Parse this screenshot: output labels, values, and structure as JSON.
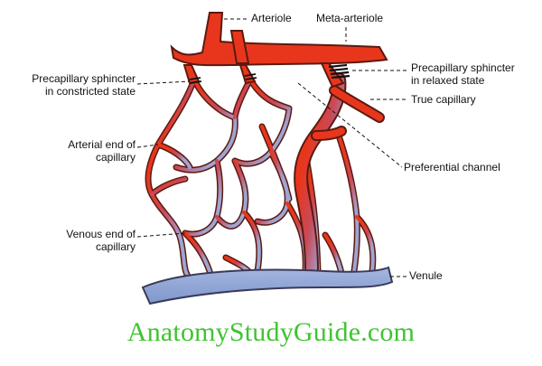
{
  "diagram": {
    "labels": {
      "arteriole": "Arteriole",
      "meta_arteriole": "Meta-arteriole",
      "sphincter_constricted": "Precapillary sphincter\nin constricted state",
      "sphincter_relaxed": "Precapillary sphincter\nin relaxed state",
      "true_capillary": "True capillary",
      "arterial_end": "Arterial end of\ncapillary",
      "preferential_channel": "Preferential channel",
      "venous_end": "Venous end of\ncapillary",
      "venule": "Venule"
    },
    "colors": {
      "artery": "#e8361c",
      "vein": "#8fa6d6",
      "outline": "#5a1a10",
      "footer_text": "#3fc430"
    }
  },
  "footer": {
    "watermark": "AnatomyStudyGuide.com"
  }
}
